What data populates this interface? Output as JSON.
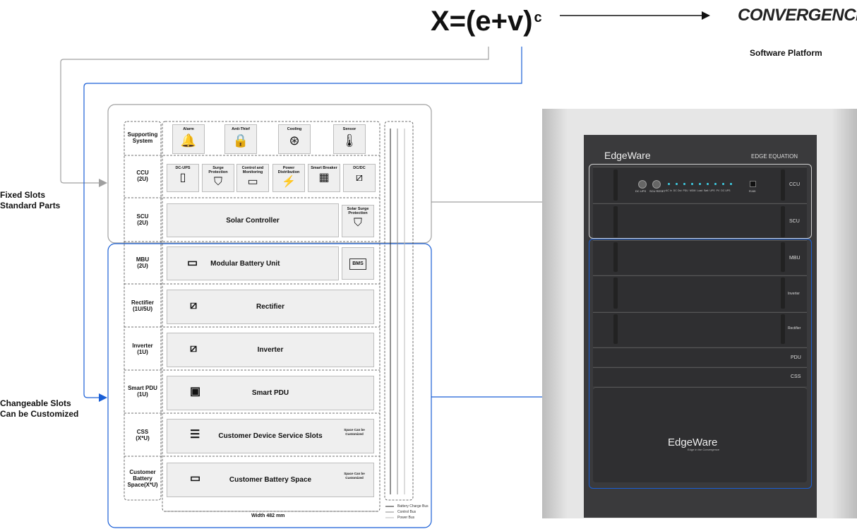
{
  "header": {
    "formula_base": "X=(e+v)",
    "formula_exp": "c",
    "brand": "CONVERGENCE",
    "brand_sub": "Software Platform"
  },
  "side_labels": {
    "fixed_line1": "Fixed Slots",
    "fixed_line2": "Standard Parts",
    "changeable_line1": "Changeable Slots",
    "changeable_line2": "Can be Customized"
  },
  "slots": {
    "supporting": {
      "name": "Supporting System",
      "items": [
        {
          "label": "Alarm",
          "icon": "bell-icon"
        },
        {
          "label": "Anti-Thief",
          "icon": "lock-icon"
        },
        {
          "label": "Cooling",
          "icon": "fan-icon"
        },
        {
          "label": "Sensor",
          "icon": "thermometer-icon"
        }
      ]
    },
    "ccu": {
      "name": "CCU",
      "size": "(2U)",
      "items": [
        {
          "label": "DC-UPS",
          "icon": "battery-icon"
        },
        {
          "label": "Surge Protection",
          "icon": "shield-bolt-icon"
        },
        {
          "label": "Control and Monitoring",
          "icon": "monitor-icon"
        },
        {
          "label": "Power Distribution",
          "icon": "power-distribution-icon"
        },
        {
          "label": "Smart Breaker",
          "icon": "breaker-icon"
        },
        {
          "label": "DC/DC",
          "icon": "dcdc-icon"
        }
      ]
    },
    "scu": {
      "name": "SCU",
      "size": "(2U)",
      "main": "Solar Controller",
      "side": "Solar Surge Protection"
    },
    "mbu": {
      "name": "MBU",
      "size": "(2U)",
      "main": "Modular Battery Unit",
      "side_icon_text": "BMS"
    },
    "rectifier": {
      "name": "Rectifier",
      "size": "(1U/5U)",
      "main": "Rectifier"
    },
    "inverter": {
      "name": "Inverter",
      "size": "(1U)",
      "main": "Inverter"
    },
    "pdu": {
      "name": "Smart PDU",
      "size": "(1U)",
      "main": "Smart PDU"
    },
    "css": {
      "name": "CSS",
      "size": "(X*U)",
      "main": "Customer Device Service Slots",
      "note": "Space Can be Customized"
    },
    "cbs": {
      "name": "Customer Battery Space(X*U)",
      "main": "Customer Battery Space",
      "note": "Space Can be Customized"
    }
  },
  "width_label": "Width 482 mm",
  "bus_legend": [
    "Battery Charge Bus",
    "Control Bus",
    "Power Bus"
  ],
  "cabinet": {
    "logo": "EdgeWare",
    "tagline": "Edge in the Convergence",
    "title": "EDGE EQUATION",
    "modules": [
      "CCU",
      "SCU",
      "MBU",
      "Inverter",
      "Rectifier",
      "PDU",
      "CSS"
    ],
    "ccu_buttons": [
      "DC UPS",
      "SCU RESET"
    ],
    "ccu_leds": [
      "AC In",
      "DC Out",
      "PDU",
      "MGM",
      "Load",
      "Batt",
      "UPS",
      "PV",
      "DC UPS"
    ],
    "ccu_port": "RJ45",
    "bottom_logo": "EdgeWare",
    "bottom_tagline": "Edge in the Convergence"
  },
  "colors": {
    "blue": "#1a5fd6",
    "gray_line": "#a0a0a0",
    "rack": "#3a3a3c"
  }
}
